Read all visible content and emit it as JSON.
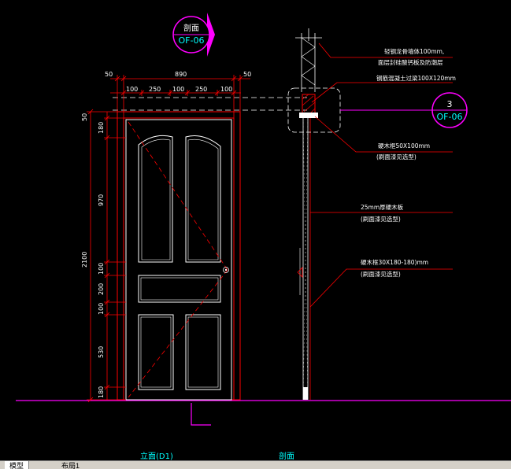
{
  "section_tag": {
    "title": "剖面",
    "code": "OF-06"
  },
  "detail_tag": {
    "number": "3",
    "code": "OF-06"
  },
  "dims_top": {
    "overall": "890",
    "left_margin": "50",
    "right_margin": "50",
    "segments": [
      "100",
      "250",
      "100",
      "250",
      "100"
    ]
  },
  "dims_left": {
    "top_margin": "50",
    "overall": "2100",
    "segments": [
      "180",
      "970",
      "100",
      "200",
      "100",
      "530",
      "180"
    ]
  },
  "annotations": [
    {
      "line1": "轻钢龙骨墙体100mm,",
      "line2": "面层封硅酸钙板及防潮层"
    },
    {
      "line1": "钢筋混凝土过梁100X120mm",
      "line2": ""
    },
    {
      "line1": "硬木框50X100mm",
      "line2": "(刷面漆见选型)"
    },
    {
      "line1": "25mm厚硬木板",
      "line2": "(刷面漆见选型)"
    },
    {
      "line1": "硬木框30X180-180)mm",
      "line2": "(刷面漆见选型)"
    }
  ],
  "captions": {
    "elevation": "立面(D1)",
    "section": "剖面"
  },
  "tabs": [
    "模型",
    "布局1"
  ],
  "colors": {
    "background": "#000000",
    "line_red": "#ff0000",
    "line_white": "#ffffff",
    "tag_magenta": "#ff00ff",
    "text_cyan": "#00ffff",
    "text_white": "#ffffff"
  }
}
